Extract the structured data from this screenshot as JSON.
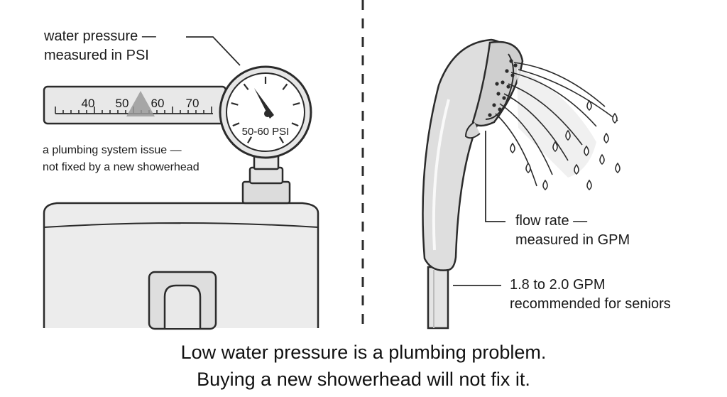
{
  "pressure": {
    "label_line1": "water pressure —",
    "label_line2": "measured in PSI",
    "gauge_reading": "50-60 PSI",
    "scale_ticks": [
      "40",
      "50",
      "60",
      "70"
    ],
    "note_line1": "a plumbing system issue —",
    "note_line2": "not fixed by a new showerhead"
  },
  "flow": {
    "label_line1": "flow rate —",
    "label_line2": "measured in GPM",
    "recommend_line1": "1.8 to 2.0 GPM",
    "recommend_line2": "recommended for seniors"
  },
  "caption": {
    "line1": "Low water pressure is a plumbing problem.",
    "line2": "Buying a new showerhead will not fix it."
  },
  "colors": {
    "outline": "#2b2b2b",
    "fill_light": "#e9e9e9",
    "fill_mid": "#d6d6d6",
    "pointer": "#9a9a9a"
  }
}
